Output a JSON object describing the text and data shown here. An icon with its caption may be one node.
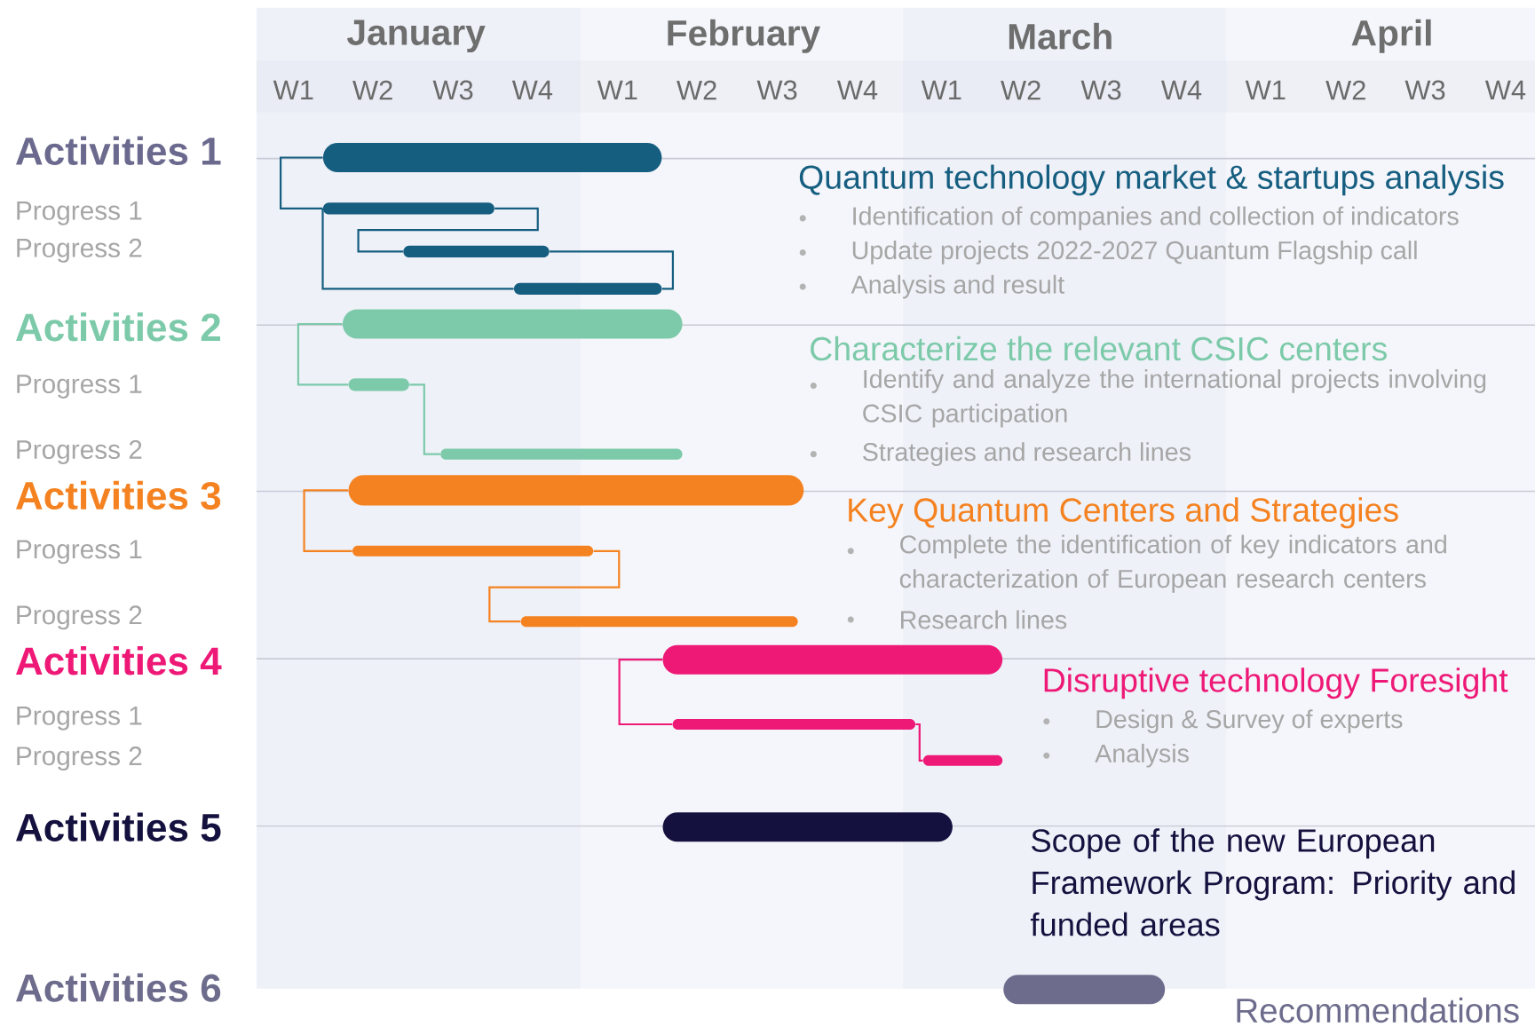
{
  "diagram": {
    "nodes": [
      {
        "text": [],
        "shape": "bar"
      },
      {
        "text": [],
        "shape": "bar"
      },
      {
        "text": [],
        "shape": "bar"
      },
      {
        "text": [],
        "shape": "bar"
      },
      {
        "text": [],
        "shape": "bar"
      },
      {
        "text": [],
        "shape": "bar"
      },
      {
        "text": [],
        "shape": "bar"
      },
      {
        "text": [],
        "shape": "bar"
      },
      {
        "text": [],
        "shape": "bar"
      },
      {
        "text": [],
        "shape": "bar"
      },
      {
        "text": [],
        "shape": "bar"
      },
      {
        "text": [],
        "shape": "bar"
      },
      {
        "text": [],
        "shape": "bar"
      },
      {
        "text": [],
        "shape": "bar"
      },
      {
        "text": [],
        "shape": "bar"
      }
    ],
    "edges": [
      {
        "from": 0,
        "to": 1,
        "arrow": "none"
      },
      {
        "from": 1,
        "to": 2,
        "arrow": "none"
      },
      {
        "from": 2,
        "to": 3,
        "arrow": "none"
      },
      {
        "from": 1,
        "to": 3,
        "arrow": "none"
      },
      {
        "from": 4,
        "to": 5,
        "arrow": "none",
        "color": "#7ccaa9"
      },
      {
        "from": 5,
        "to": 6,
        "arrow": "none",
        "color": "#7ccaa9"
      },
      {
        "from": 7,
        "to": 8,
        "arrow": "none",
        "color": "#f58220"
      },
      {
        "from": 8,
        "to": 9,
        "arrow": "none",
        "color": "#f58220"
      },
      {
        "from": 10,
        "to": 11,
        "arrow": "none",
        "color": "#ee1977"
      },
      {
        "from": 11,
        "to": 12,
        "arrow": "none",
        "color": "#ee1977"
      }
    ],
    "labels": [
      "January",
      "February",
      "March",
      "April",
      "W1",
      "W2",
      "W3",
      "W4",
      "W1",
      "W2",
      "W3",
      "W4",
      "W1",
      "W2",
      "W3",
      "W4",
      "W1",
      "W2",
      "W3",
      "W4",
      "Activities 1",
      "Progress 1",
      "Progress 2",
      "Activities 2",
      "Progress 1",
      "Progress 2",
      "Activities 3",
      "Progress 1",
      "Progress 2",
      "Activities 4",
      "Progress 1",
      "Progress 2",
      "Activities 5",
      "Activities 6",
      "Quantum technology market & startups analysis",
      "Identification of companies and collection of indicators",
      "Update projects 2022-2027 Quantum Flagship call",
      "Analysis and result",
      "Characterize the relevant CSIC centers",
      "Identify and analyze the international projects involving CSIC participation",
      "Strategies and research lines",
      "Key Quantum Centers and Strategies",
      "Complete the identification of key indicators and characterization of European research centers",
      "Research lines",
      "Disruptive technology Foresight",
      "Design & Survey of experts",
      "Analysis",
      "Scope of the new European Framework Program: Priority and funded areas",
      "Recommendations"
    ]
  }
}
